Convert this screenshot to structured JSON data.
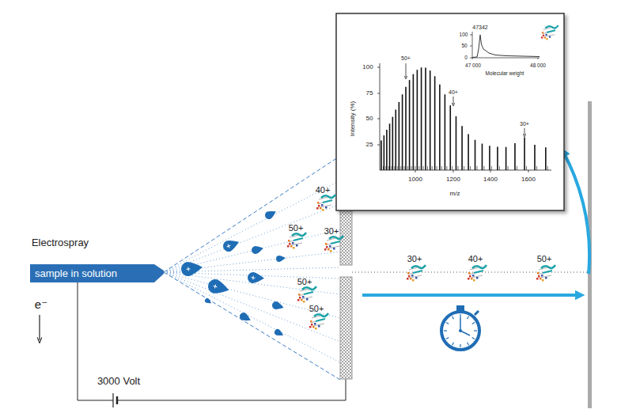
{
  "diagram": {
    "nodes": [
      {
        "text": [
          "sample in solution"
        ]
      }
    ],
    "labels": [
      "Electrospray",
      "e⁻",
      "3000 Volt",
      "40+",
      "50+",
      "30+",
      "50+",
      "50+",
      "30+",
      "40+",
      "50+",
      "100",
      "75",
      "50",
      "25",
      "Intensity (%)",
      "1000",
      "1200",
      "1400",
      "1600",
      "m/z",
      "50+",
      "40+",
      "30+",
      "47342",
      "100",
      "50",
      "0",
      "47 000",
      "48 000",
      "Molecular weight"
    ]
  }
}
